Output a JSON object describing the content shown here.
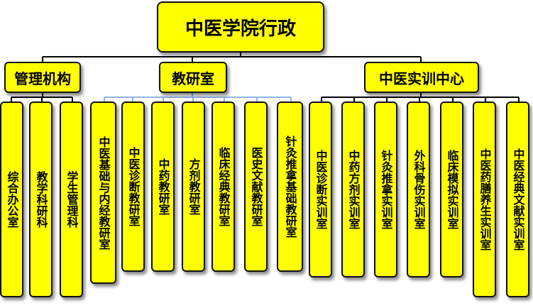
{
  "root": {
    "label": "中医学院行政"
  },
  "groups": [
    {
      "label": "管理机构",
      "children": [
        "综合办公室",
        "教学科研科",
        "学生管理科"
      ]
    },
    {
      "label": "教研室",
      "children": [
        "中医基础与内经教研室",
        "中医诊断教研室",
        "中药教研室",
        "方剂教研室",
        "临床经典教研室",
        "医史文献教研室",
        "针灸推拿基础教研室"
      ]
    },
    {
      "label": "中医实训中心",
      "children": [
        "中医诊断实训室",
        "中药方剂实训室",
        "针灸推拿实训室",
        "外科骨伤实训室",
        "临床模拟实训室",
        "中医药膳养生实训室",
        "中医经典文献实训室"
      ]
    }
  ],
  "colors": {
    "box_fill": "#ffff00",
    "box_border": "#111111",
    "connector": "#000000",
    "connector_alt": "#8eb4e3"
  }
}
